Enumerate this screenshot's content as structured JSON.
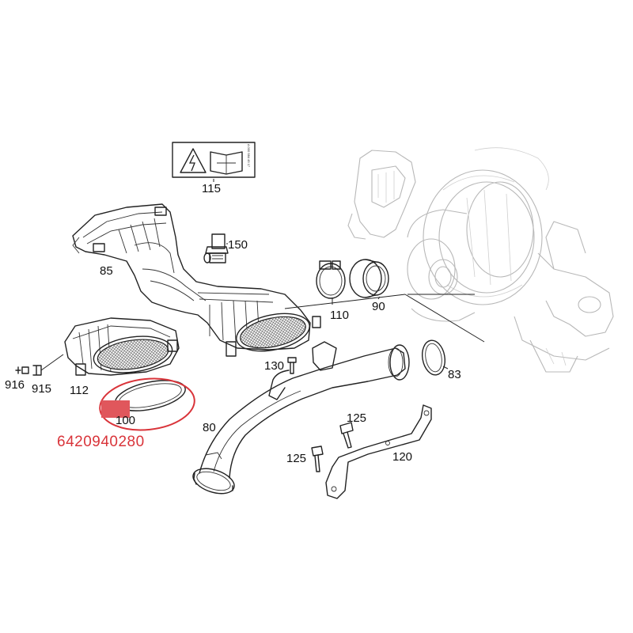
{
  "callouts": {
    "c115": "115",
    "c150": "150",
    "c85": "85",
    "c110": "110",
    "c90": "90",
    "c83": "83",
    "c130": "130",
    "c916": "916",
    "c915": "915",
    "c112": "112",
    "c100": "100",
    "c80": "80",
    "c125a": "125",
    "c125b": "125",
    "c120": "120"
  },
  "highlight": {
    "part_number": "6420940280",
    "color": "#d9343a",
    "marker_color": "#e0575c"
  }
}
